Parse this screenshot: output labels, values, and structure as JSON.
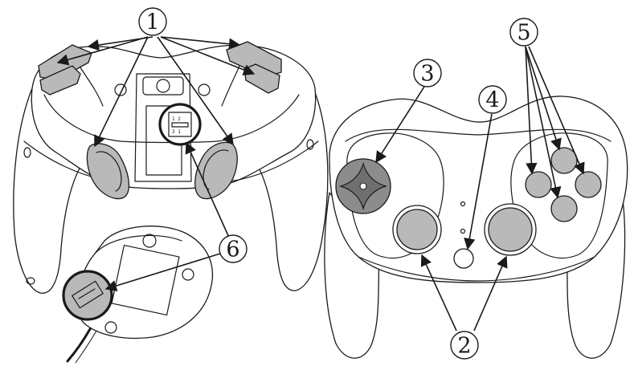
{
  "callouts": [
    {
      "id": "1",
      "label": "1"
    },
    {
      "id": "2",
      "label": "2"
    },
    {
      "id": "3",
      "label": "3"
    },
    {
      "id": "4",
      "label": "4"
    },
    {
      "id": "5",
      "label": "5"
    },
    {
      "id": "6",
      "label": "6"
    }
  ],
  "switch_marks": {
    "top": "1 2",
    "bottom": "3 1"
  },
  "colors": {
    "line": "#1a1a1a",
    "button_fill": "#b9b9b9",
    "dpad_fill": "#8c8c8c",
    "body_fill": "#ffffff"
  }
}
